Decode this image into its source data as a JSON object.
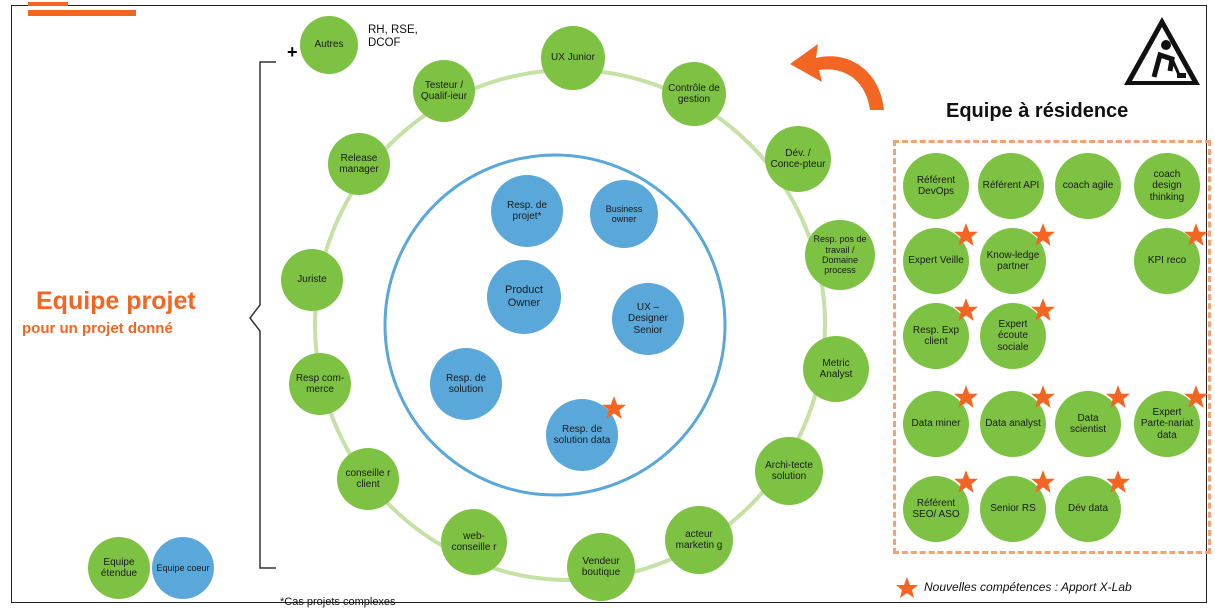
{
  "left": {
    "title": "Equipe projet",
    "subtitle": "pour un projet donné",
    "plus": "+",
    "extra_roles": "RH, RSE, DCOF"
  },
  "outer_ring": [
    {
      "id": "autres",
      "label": "Autres"
    },
    {
      "id": "ux-junior",
      "label": "UX Junior"
    },
    {
      "id": "controle-gestion",
      "label": "Contrôle de gestion"
    },
    {
      "id": "testeur",
      "label": "Testeur / Qualif-ieur"
    },
    {
      "id": "dev-concepteur",
      "label": "Dév. / Conce-pteur"
    },
    {
      "id": "release-manager",
      "label": "Release manager"
    },
    {
      "id": "resp-pos-travail",
      "label": "Resp. pos de travail / Domaine process"
    },
    {
      "id": "juriste",
      "label": "Juriste"
    },
    {
      "id": "metric-analyst",
      "label": "Metric Analyst"
    },
    {
      "id": "resp-commerce",
      "label": "Resp com-merce"
    },
    {
      "id": "architecte",
      "label": "Archi-tecte solution"
    },
    {
      "id": "conseiller-client",
      "label": "conseille r client"
    },
    {
      "id": "acteur-marketing",
      "label": "acteur marketin g"
    },
    {
      "id": "web-conseiller",
      "label": "web-conseille r"
    },
    {
      "id": "vendeur-boutique",
      "label": "Vendeur boutique"
    }
  ],
  "inner_core": [
    {
      "id": "resp-projet",
      "label": "Resp. de projet*"
    },
    {
      "id": "business-owner",
      "label": "Business owner"
    },
    {
      "id": "product-owner",
      "label": "Product Owner"
    },
    {
      "id": "ux-designer",
      "label": "UX – Designer Senior"
    },
    {
      "id": "resp-solution",
      "label": "Resp. de solution"
    },
    {
      "id": "resp-solution-data",
      "label": "Resp. de solution data"
    }
  ],
  "residence": {
    "title": "Equipe à résidence",
    "members": [
      {
        "id": "ref-devops",
        "label": "Référent DevOps"
      },
      {
        "id": "ref-api",
        "label": "Référent API"
      },
      {
        "id": "coach-agile",
        "label": "coach agile"
      },
      {
        "id": "coach-design",
        "label": "coach design thinking"
      },
      {
        "id": "expert-veille",
        "label": "Expert Veille"
      },
      {
        "id": "knowledge-partner",
        "label": "Know-ledge partner"
      },
      {
        "id": "kpi-reco",
        "label": "KPI reco"
      },
      {
        "id": "resp-exp-client",
        "label": "Resp. Exp client"
      },
      {
        "id": "expert-ecoute",
        "label": "Expert écoute sociale"
      },
      {
        "id": "data-miner",
        "label": "Data miner"
      },
      {
        "id": "data-analyst",
        "label": "Data analyst"
      },
      {
        "id": "data-scientist",
        "label": "Data scientist"
      },
      {
        "id": "expert-partenariat",
        "label": "Expert Parte-nariat data"
      },
      {
        "id": "ref-seo",
        "label": "Référent SEO/ ASO"
      },
      {
        "id": "senior-rs",
        "label": "Senior RS"
      },
      {
        "id": "dev-data",
        "label": "Dév data"
      }
    ]
  },
  "legend": {
    "equipe_etendue": "Equipe étendue",
    "equipe_coeur": "Equipe coeur",
    "nouvelles": "Nouvelles compétences : Apport X-Lab",
    "note": "*Cas projets complexes"
  },
  "colors": {
    "green": "#7dc242",
    "blue": "#5aa7da",
    "orange": "#f26522",
    "ring": "#c5e1a5",
    "inner_ring": "#5aa7da"
  },
  "icons": [
    "construction-warning-icon",
    "curved-arrow-icon",
    "star-icon"
  ]
}
